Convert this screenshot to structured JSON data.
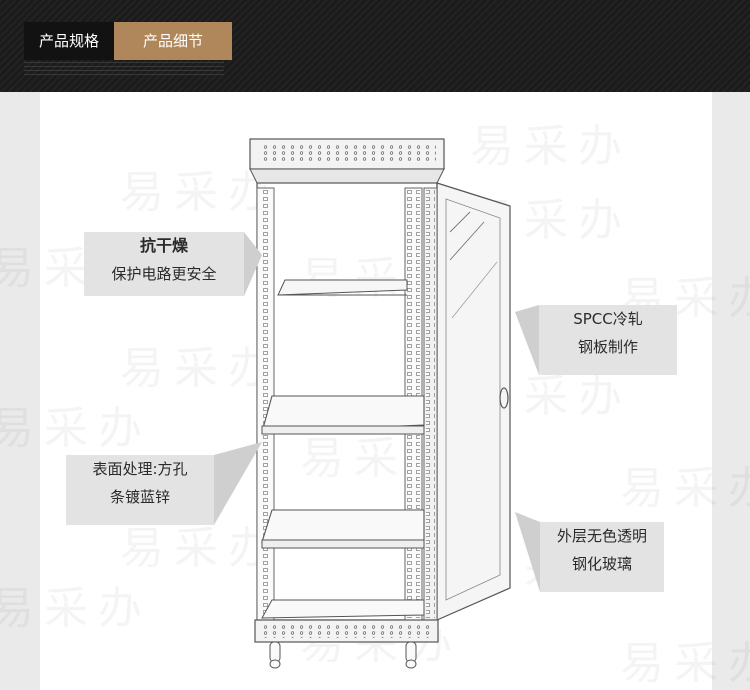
{
  "tabs": [
    {
      "label": "产品规格"
    },
    {
      "label": "产品细节"
    }
  ],
  "watermark_text": "易采办",
  "callouts": {
    "dry": {
      "line1": "抗干燥",
      "line2": "保护电路更安全"
    },
    "spcc": {
      "line1": "SPCC冷轧",
      "line2": "钢板制作"
    },
    "surface": {
      "line1": "表面处理:方孔",
      "line2": "条镀蓝锌"
    },
    "glass": {
      "line1": "外层无色透明",
      "line2": "钢化玻璃"
    }
  },
  "colors": {
    "header_bg": "#1b1b1b",
    "tab_inactive": "#121212",
    "tab_active": "#b0875a",
    "callout_bg": "#e3e3e3"
  }
}
